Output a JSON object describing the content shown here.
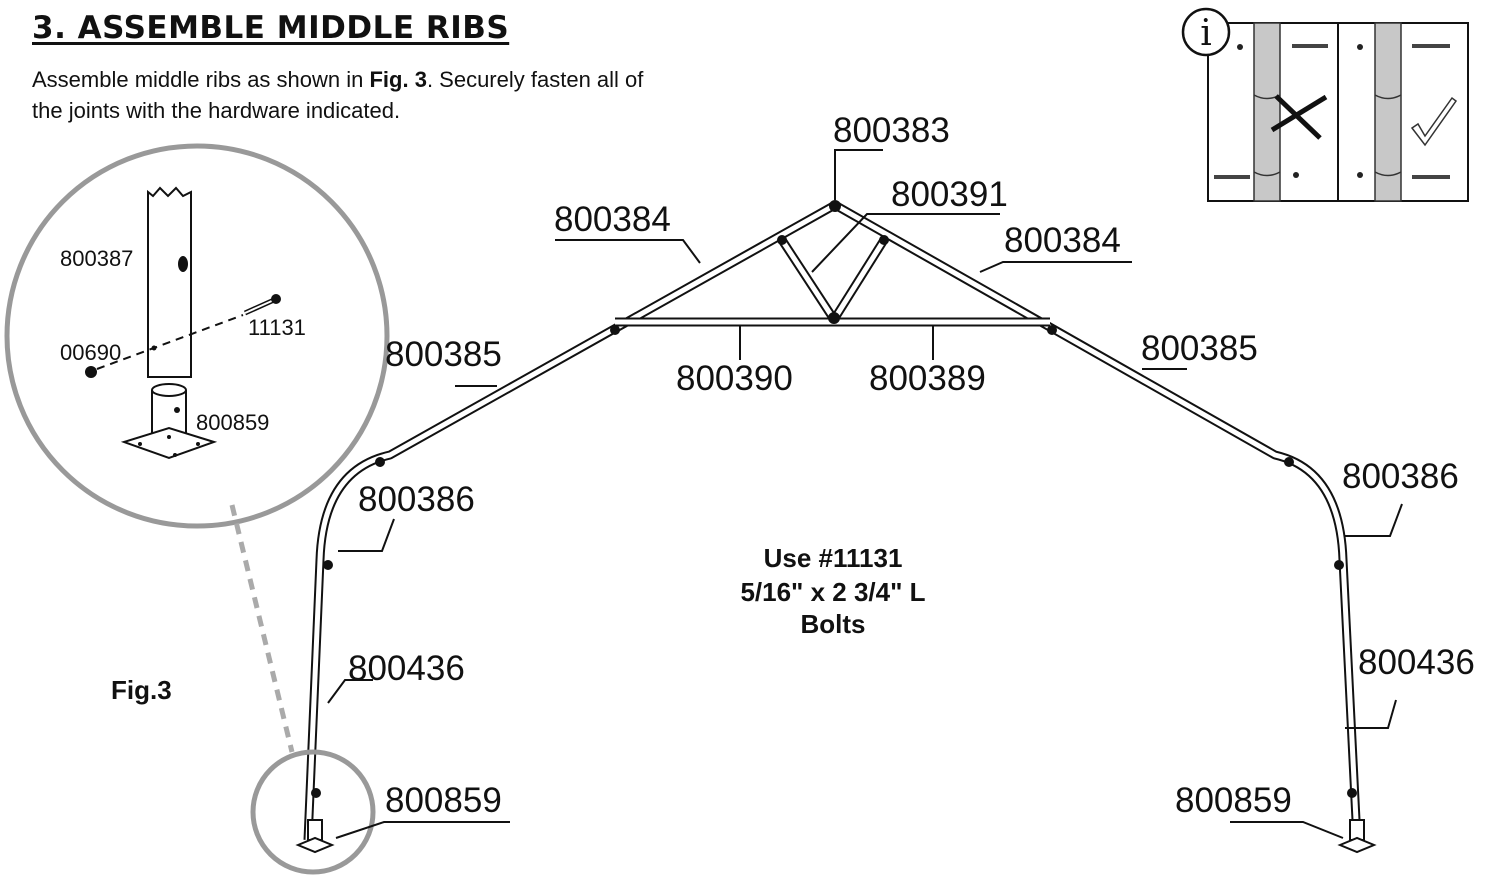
{
  "title": "3. ASSEMBLE MIDDLE RIBS",
  "instructions": {
    "text_1": "Assemble middle ribs as shown in ",
    "fig_ref": "Fig. 3",
    "text_2": ".  Securely fasten all of the joints with the hardware indicated."
  },
  "parts": {
    "ridge": "800383",
    "king_brace": "800391",
    "rafter_left": "800384",
    "rafter_right": "800384",
    "upper_left": "800385",
    "upper_right": "800385",
    "tie_left": "800390",
    "tie_right": "800389",
    "elbow_left": "800386",
    "elbow_right": "800386",
    "leg_left": "800436",
    "leg_right": "800436",
    "foot_left": "800859",
    "foot_right": "800859"
  },
  "detail": {
    "leg": "800387",
    "nut": "00690",
    "bolt": "11131",
    "foot": "800859"
  },
  "note": {
    "line1": "Use #11131",
    "line2": "5/16\" x 2 3/4\" L",
    "line3": "Bolts"
  },
  "figure_label": "Fig.3",
  "info_icon": "info-icon"
}
